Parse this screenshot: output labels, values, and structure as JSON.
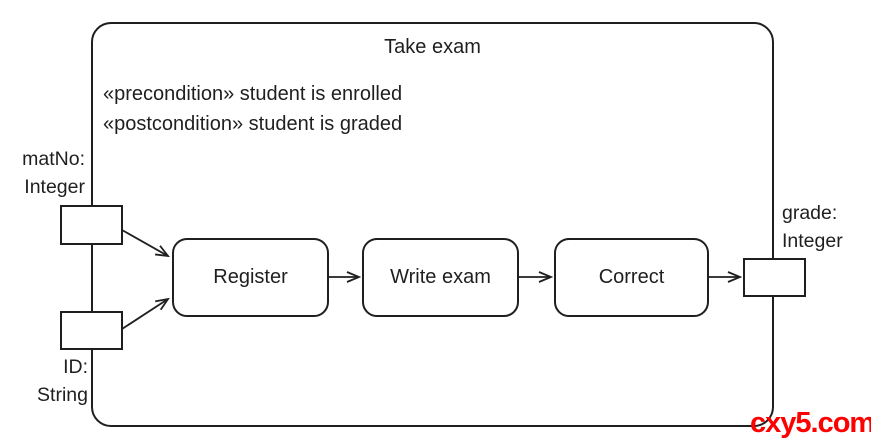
{
  "diagram": {
    "type": "uml-activity-diagram",
    "frame_title": "Take exam",
    "conditions": [
      "«precondition» student is enrolled",
      "«postcondition» student is graded"
    ],
    "actions": [
      {
        "label": "Register"
      },
      {
        "label": "Write exam"
      },
      {
        "label": "Correct"
      }
    ],
    "flow": [
      "matNo/ID pins",
      "Register",
      "Write exam",
      "Correct",
      "grade pin"
    ],
    "parameters": {
      "input1": {
        "line1": "matNo:",
        "line2": "Integer"
      },
      "input2": {
        "line1": "ID:",
        "line2": "String"
      },
      "output": {
        "line1": "grade:",
        "line2": "Integer"
      }
    },
    "colors": {
      "stroke": "#1f1f1f",
      "node_fill": "#ffffff",
      "watermark": "#fe0000"
    }
  },
  "watermark": {
    "text": "cxy5.com"
  }
}
